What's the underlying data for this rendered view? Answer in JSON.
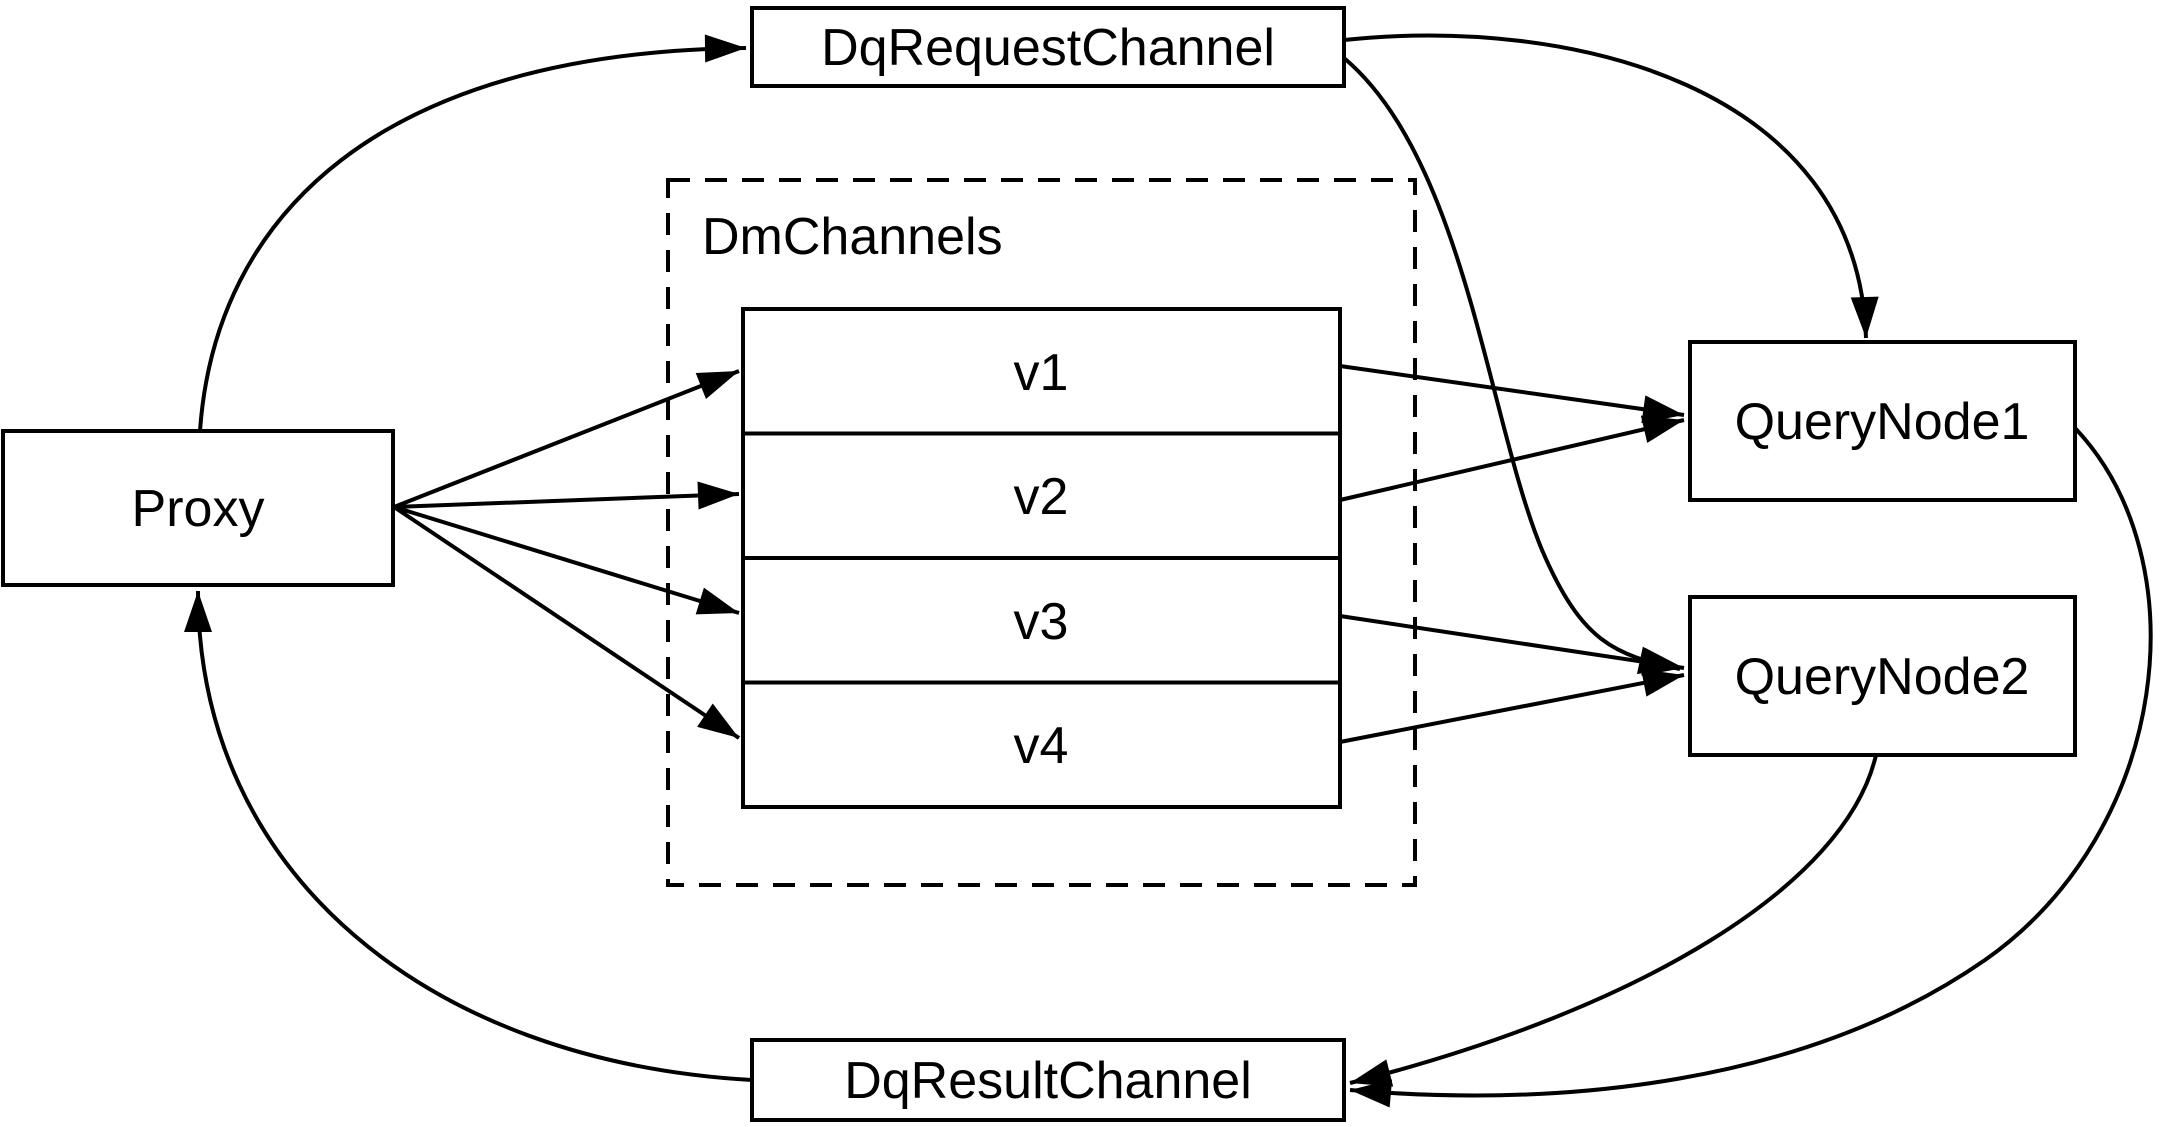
{
  "diagram": {
    "background_color": "#ffffff",
    "stroke_color": "#000000",
    "node_fill_color": "#ffffff",
    "nodes": {
      "proxy": {
        "label": "Proxy"
      },
      "dq_request_channel": {
        "label": "DqRequestChannel"
      },
      "dm_channels": {
        "label": "DmChannels",
        "channels": [
          "v1",
          "v2",
          "v3",
          "v4"
        ]
      },
      "query_node1": {
        "label": "QueryNode1"
      },
      "query_node2": {
        "label": "QueryNode2"
      },
      "dq_result_channel": {
        "label": "DqResultChannel"
      }
    },
    "edges": [
      {
        "from": "proxy",
        "to": "dq_request_channel"
      },
      {
        "from": "proxy",
        "to": "v1"
      },
      {
        "from": "proxy",
        "to": "v2"
      },
      {
        "from": "proxy",
        "to": "v3"
      },
      {
        "from": "proxy",
        "to": "v4"
      },
      {
        "from": "v1",
        "to": "query_node1"
      },
      {
        "from": "v2",
        "to": "query_node1"
      },
      {
        "from": "v3",
        "to": "query_node2"
      },
      {
        "from": "v4",
        "to": "query_node2"
      },
      {
        "from": "dq_request_channel",
        "to": "query_node1"
      },
      {
        "from": "dq_request_channel",
        "to": "query_node2"
      },
      {
        "from": "query_node1",
        "to": "dq_result_channel"
      },
      {
        "from": "query_node2",
        "to": "dq_result_channel"
      },
      {
        "from": "dq_result_channel",
        "to": "proxy"
      }
    ]
  }
}
